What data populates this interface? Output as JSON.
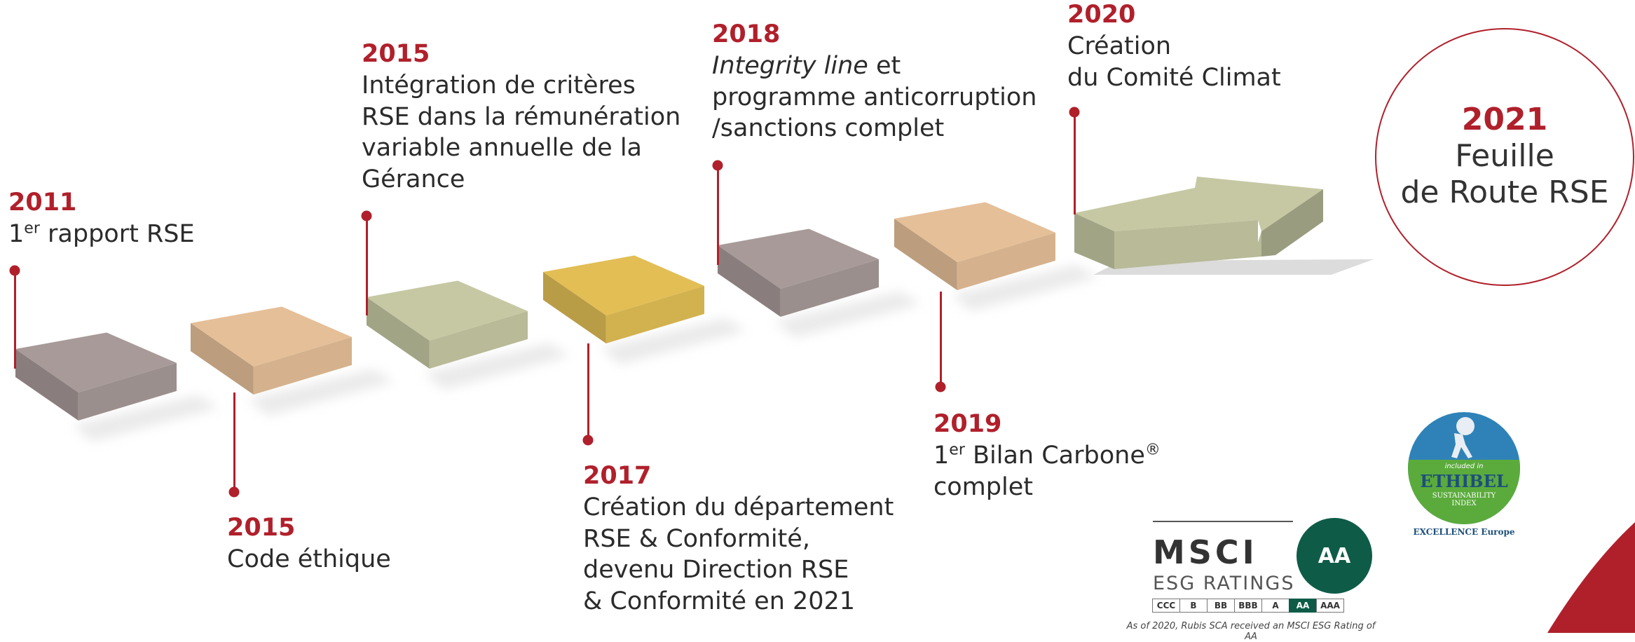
{
  "milestones": [
    {
      "year": "2011",
      "text_main": "rapport RSE",
      "ord": "er",
      "ord_prefix": "1",
      "color": "#a79a98"
    },
    {
      "year": "2015",
      "text": "Code éthique",
      "color": "#e5bf98"
    },
    {
      "year": "2015",
      "lines": [
        "Intégration de critères",
        "RSE dans la rémunération",
        "variable annuelle de la",
        "Gérance"
      ],
      "color": "#c6c8a3"
    },
    {
      "year": "2017",
      "lines": [
        "Création du département",
        "RSE & Conformité,",
        "devenu Direction RSE",
        "& Conformité en 2021"
      ],
      "color": "#e2be55"
    },
    {
      "year": "2018",
      "italic": "Integrity line",
      "after_italic": " et",
      "lines": [
        "programme anticorruption",
        "/sanctions complet"
      ],
      "color": "#a79a98"
    },
    {
      "year": "2019",
      "ord_prefix": "1",
      "ord": "er",
      "text_main": "Bilan Carbone",
      "reg": "®",
      "line2": "complet",
      "color": "#e5bf98"
    },
    {
      "year": "2020",
      "lines": [
        "Création",
        "du Comité Climat"
      ],
      "color": "#c6c8a3"
    }
  ],
  "goal": {
    "year": "2021",
    "line1": "Feuille",
    "line2": "de Route RSE"
  },
  "msci": {
    "brand": "MSCI",
    "subtitle": "ESG RATINGS",
    "rating": "AA",
    "scale": [
      "CCC",
      "B",
      "BB",
      "BBB",
      "A",
      "AA",
      "AAA"
    ],
    "highlight": "AA",
    "note": "As of 2020, Rubis SCA received an MSCI ESG Rating of AA",
    "accent": "#0e5c48"
  },
  "ethibel": {
    "included": "included in",
    "name": "ETHIBEL",
    "index_line1": "SUSTAINABILITY",
    "index_line2": "INDEX",
    "excellence": "EXCELLENCE Europe"
  },
  "colors": {
    "accent": "#b0202b"
  }
}
